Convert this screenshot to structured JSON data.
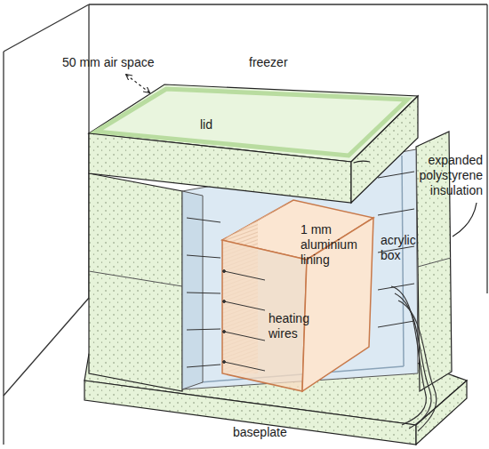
{
  "diagram": {
    "labels": [
      "50 mm air space",
      "freezer",
      "lid",
      "expanded polystyrene insulation",
      "acrylic box",
      "1 mm aluminium lining",
      "heating wires",
      "baseplate"
    ]
  }
}
